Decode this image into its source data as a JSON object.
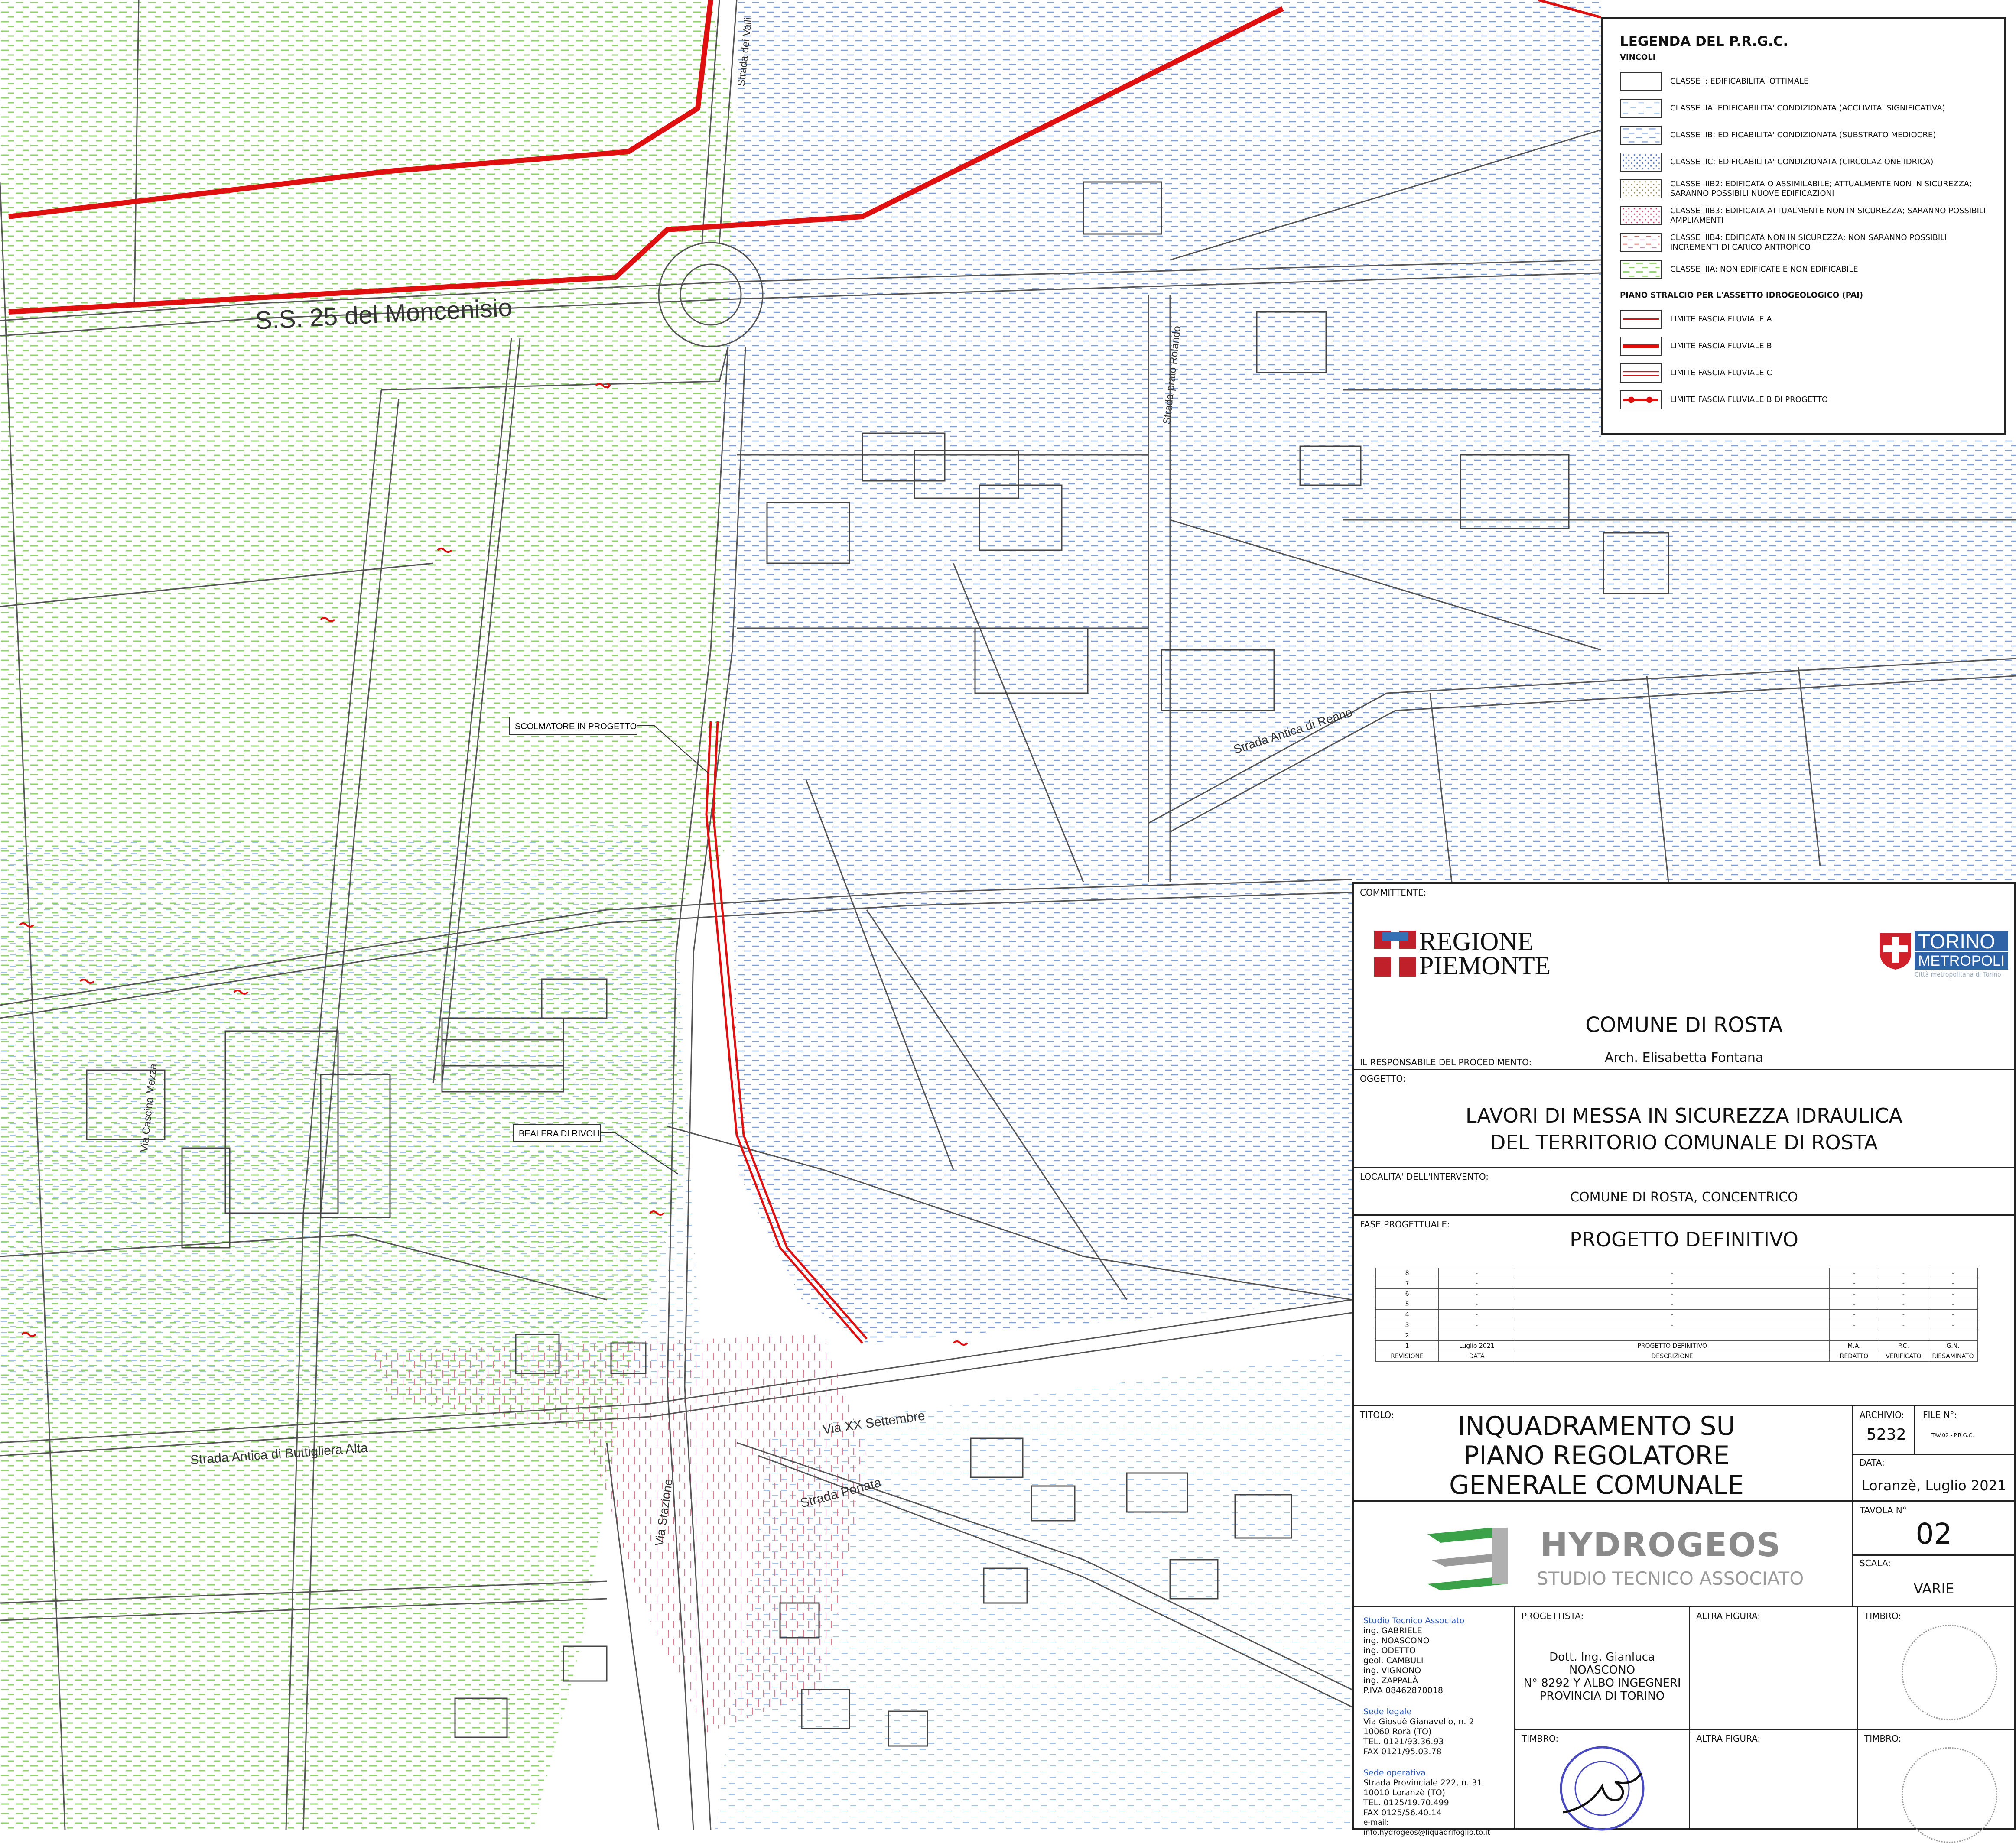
{
  "map": {
    "road_labels": {
      "ss25": "S.S. 25 del Moncenisio",
      "strada_antica_buttigliera": "Strada Antica di Buttigliera Alta",
      "via_xx_settembre": "Via XX Settembre",
      "strada_ponata": "Strada Ponata",
      "via_stazione": "Via Stazione",
      "strada_antica_reano": "Strada Antica di Reano",
      "strada_prato_rolando": "Strada prato Rolando",
      "strada_del_valli": "Strada dei Valli",
      "via_cascina_mezza": "Via Cascina Mezza"
    },
    "callouts": {
      "scolmatore": "SCOLMATORE IN PROGETTO",
      "bealera": "BEALERA DI RIVOLI"
    },
    "colors": {
      "green_hatch": "#8fd16a",
      "blue_hatch": "#7f9fd8",
      "pink_hatch": "#e07a8f",
      "red_line": "#e01010",
      "grey_line": "#555555"
    }
  },
  "legend": {
    "title": "LEGENDA DEL P.R.G.C.",
    "vincoli_title": "VINCOLI",
    "classes": [
      {
        "label": "CLASSE I: EDIFICABILITA' OTTIMALE",
        "pattern": "none"
      },
      {
        "label": "CLASSE IIA: EDIFICABILITA' CONDIZIONATA (ACCLIVITA' SIGNIFICATIVA)",
        "pattern": "light-blue"
      },
      {
        "label": "CLASSE IIB: EDIFICABILITA' CONDIZIONATA (SUBSTRATO MEDIOCRE)",
        "pattern": "blue-dash"
      },
      {
        "label": "CLASSE IIC: EDIFICABILITA' CONDIZIONATA (CIRCOLAZIONE IDRICA)",
        "pattern": "blue-dots"
      },
      {
        "label": "CLASSE IIIB2: EDIFICATA O ASSIMILABILE; ATTUALMENTE NON IN SICUREZZA; SARANNO POSSIBILI NUOVE EDIFICAZIONI",
        "pattern": "olive-dots"
      },
      {
        "label": "CLASSE IIIB3: EDIFICATA ATTUALMENTE NON IN SICUREZZA; SARANNO POSSIBILI AMPLIAMENTI",
        "pattern": "pink-dots"
      },
      {
        "label": "CLASSE IIIB4: EDIFICATA NON IN SICUREZZA; NON SARANNO POSSIBILI INCREMENTI DI CARICO ANTROPICO",
        "pattern": "pink-dash"
      },
      {
        "label": "CLASSE IIIA: NON EDIFICATE E NON EDIFICABILE",
        "pattern": "green-dash"
      }
    ],
    "pai_title": "PIANO STRALCIO PER L'ASSETTO IDROGEOLOGICO (PAI)",
    "pai": [
      {
        "label": "LIMITE FASCIA FLUVIALE A",
        "style": "thin"
      },
      {
        "label": "LIMITE FASCIA FLUVIALE B",
        "style": "thick"
      },
      {
        "label": "LIMITE FASCIA FLUVIALE C",
        "style": "double"
      },
      {
        "label": "LIMITE FASCIA FLUVIALE B DI PROGETTO",
        "style": "dots"
      }
    ]
  },
  "titleblock": {
    "committente_label": "COMMITTENTE:",
    "regione_line1": "REGIONE",
    "regione_line2": "PIEMONTE",
    "torino_line1": "TORINO",
    "torino_line2": "METROPOLI",
    "torino_sub": "Città metropolitana di Torino",
    "comune": "COMUNE DI ROSTA",
    "responsabile_label": "IL RESPONSABILE DEL PROCEDIMENTO:",
    "responsabile": "Arch. Elisabetta Fontana",
    "oggetto_label": "OGGETTO:",
    "oggetto_line1": "LAVORI DI MESSA IN SICUREZZA IDRAULICA",
    "oggetto_line2": "DEL TERRITORIO COMUNALE DI ROSTA",
    "localita_label": "LOCALITA' DELL'INTERVENTO:",
    "localita": "COMUNE DI ROSTA, CONCENTRICO",
    "fase_label": "FASE PROGETTUALE:",
    "fase": "PROGETTO DEFINITIVO",
    "revisions": [
      {
        "rev": "8",
        "data": "-",
        "descr": "-",
        "redatto": "-",
        "verificato": "-",
        "riesaminato": "-"
      },
      {
        "rev": "7",
        "data": "-",
        "descr": "-",
        "redatto": "-",
        "verificato": "-",
        "riesaminato": "-"
      },
      {
        "rev": "6",
        "data": "-",
        "descr": "-",
        "redatto": "-",
        "verificato": "-",
        "riesaminato": "-"
      },
      {
        "rev": "5",
        "data": "-",
        "descr": "-",
        "redatto": "-",
        "verificato": "-",
        "riesaminato": "-"
      },
      {
        "rev": "4",
        "data": "-",
        "descr": "-",
        "redatto": "-",
        "verificato": "-",
        "riesaminato": "-"
      },
      {
        "rev": "3",
        "data": "-",
        "descr": "-",
        "redatto": "-",
        "verificato": "-",
        "riesaminato": "-"
      },
      {
        "rev": "2",
        "data": "",
        "descr": "",
        "redatto": "",
        "verificato": "",
        "riesaminato": ""
      },
      {
        "rev": "1",
        "data": "Luglio 2021",
        "descr": "PROGETTO DEFINITIVO",
        "redatto": "M.A.",
        "verificato": "P.C.",
        "riesaminato": "G.N."
      }
    ],
    "rev_headers": [
      "REVISIONE",
      "DATA",
      "DESCRIZIONE",
      "REDATTO",
      "VERIFICATO",
      "RIESAMINATO"
    ],
    "titolo_label": "TITOLO:",
    "titolo_line1": "INQUADRAMENTO SU",
    "titolo_line2": "PIANO REGOLATORE",
    "titolo_line3": "GENERALE COMUNALE",
    "archivio_label": "ARCHIVIO:",
    "archivio": "5232",
    "file_label": "FILE N°:",
    "file": "TAV.02 - P.R.G.C.",
    "data_label": "DATA:",
    "data": "Loranzè, Luglio 2021",
    "tavola_label": "TAVOLA N°",
    "tavola": "02",
    "scala_label": "SCALA:",
    "scala": "VARIE",
    "hydrogeos": "HYDROGEOS",
    "studio": "STUDIO TECNICO ASSOCIATO",
    "studio_info": {
      "title": "Studio Tecnico Associato",
      "members": [
        "ing. GABRIELE",
        "ing. NOASCONO",
        "ing. ODETTO",
        "geol. CAMBULI",
        "ing. VIGNONO",
        "ing. ZAPPALÀ",
        "P.IVA 08462870018"
      ],
      "sede_legale_title": "Sede legale",
      "sede_legale": [
        "Via Giosuè Gianavello, n. 2",
        "10060 Rorà (TO)",
        "TEL.   0121/93.36.93",
        "FAX   0121/95.03.78"
      ],
      "sede_operativa_title": "Sede operativa",
      "sede_operativa": [
        "Strada Provinciale 222, n. 31",
        "10010 Loranzè (TO)",
        "TEL.   0125/19.70.499",
        "FAX   0125/56.40.14"
      ],
      "email": "e-mail: info.hydrogeos@liquadrifoglio.to.it"
    },
    "progettista_label": "PROGETTISTA:",
    "progettista_line1": "Dott. Ing. Gianluca NOASCONO",
    "progettista_line2": "N° 8292 Y ALBO INGEGNERI",
    "progettista_line3": "PROVINCIA DI TORINO",
    "altra_label": "ALTRA FIGURA:",
    "timbro_label": "TIMBRO:"
  }
}
